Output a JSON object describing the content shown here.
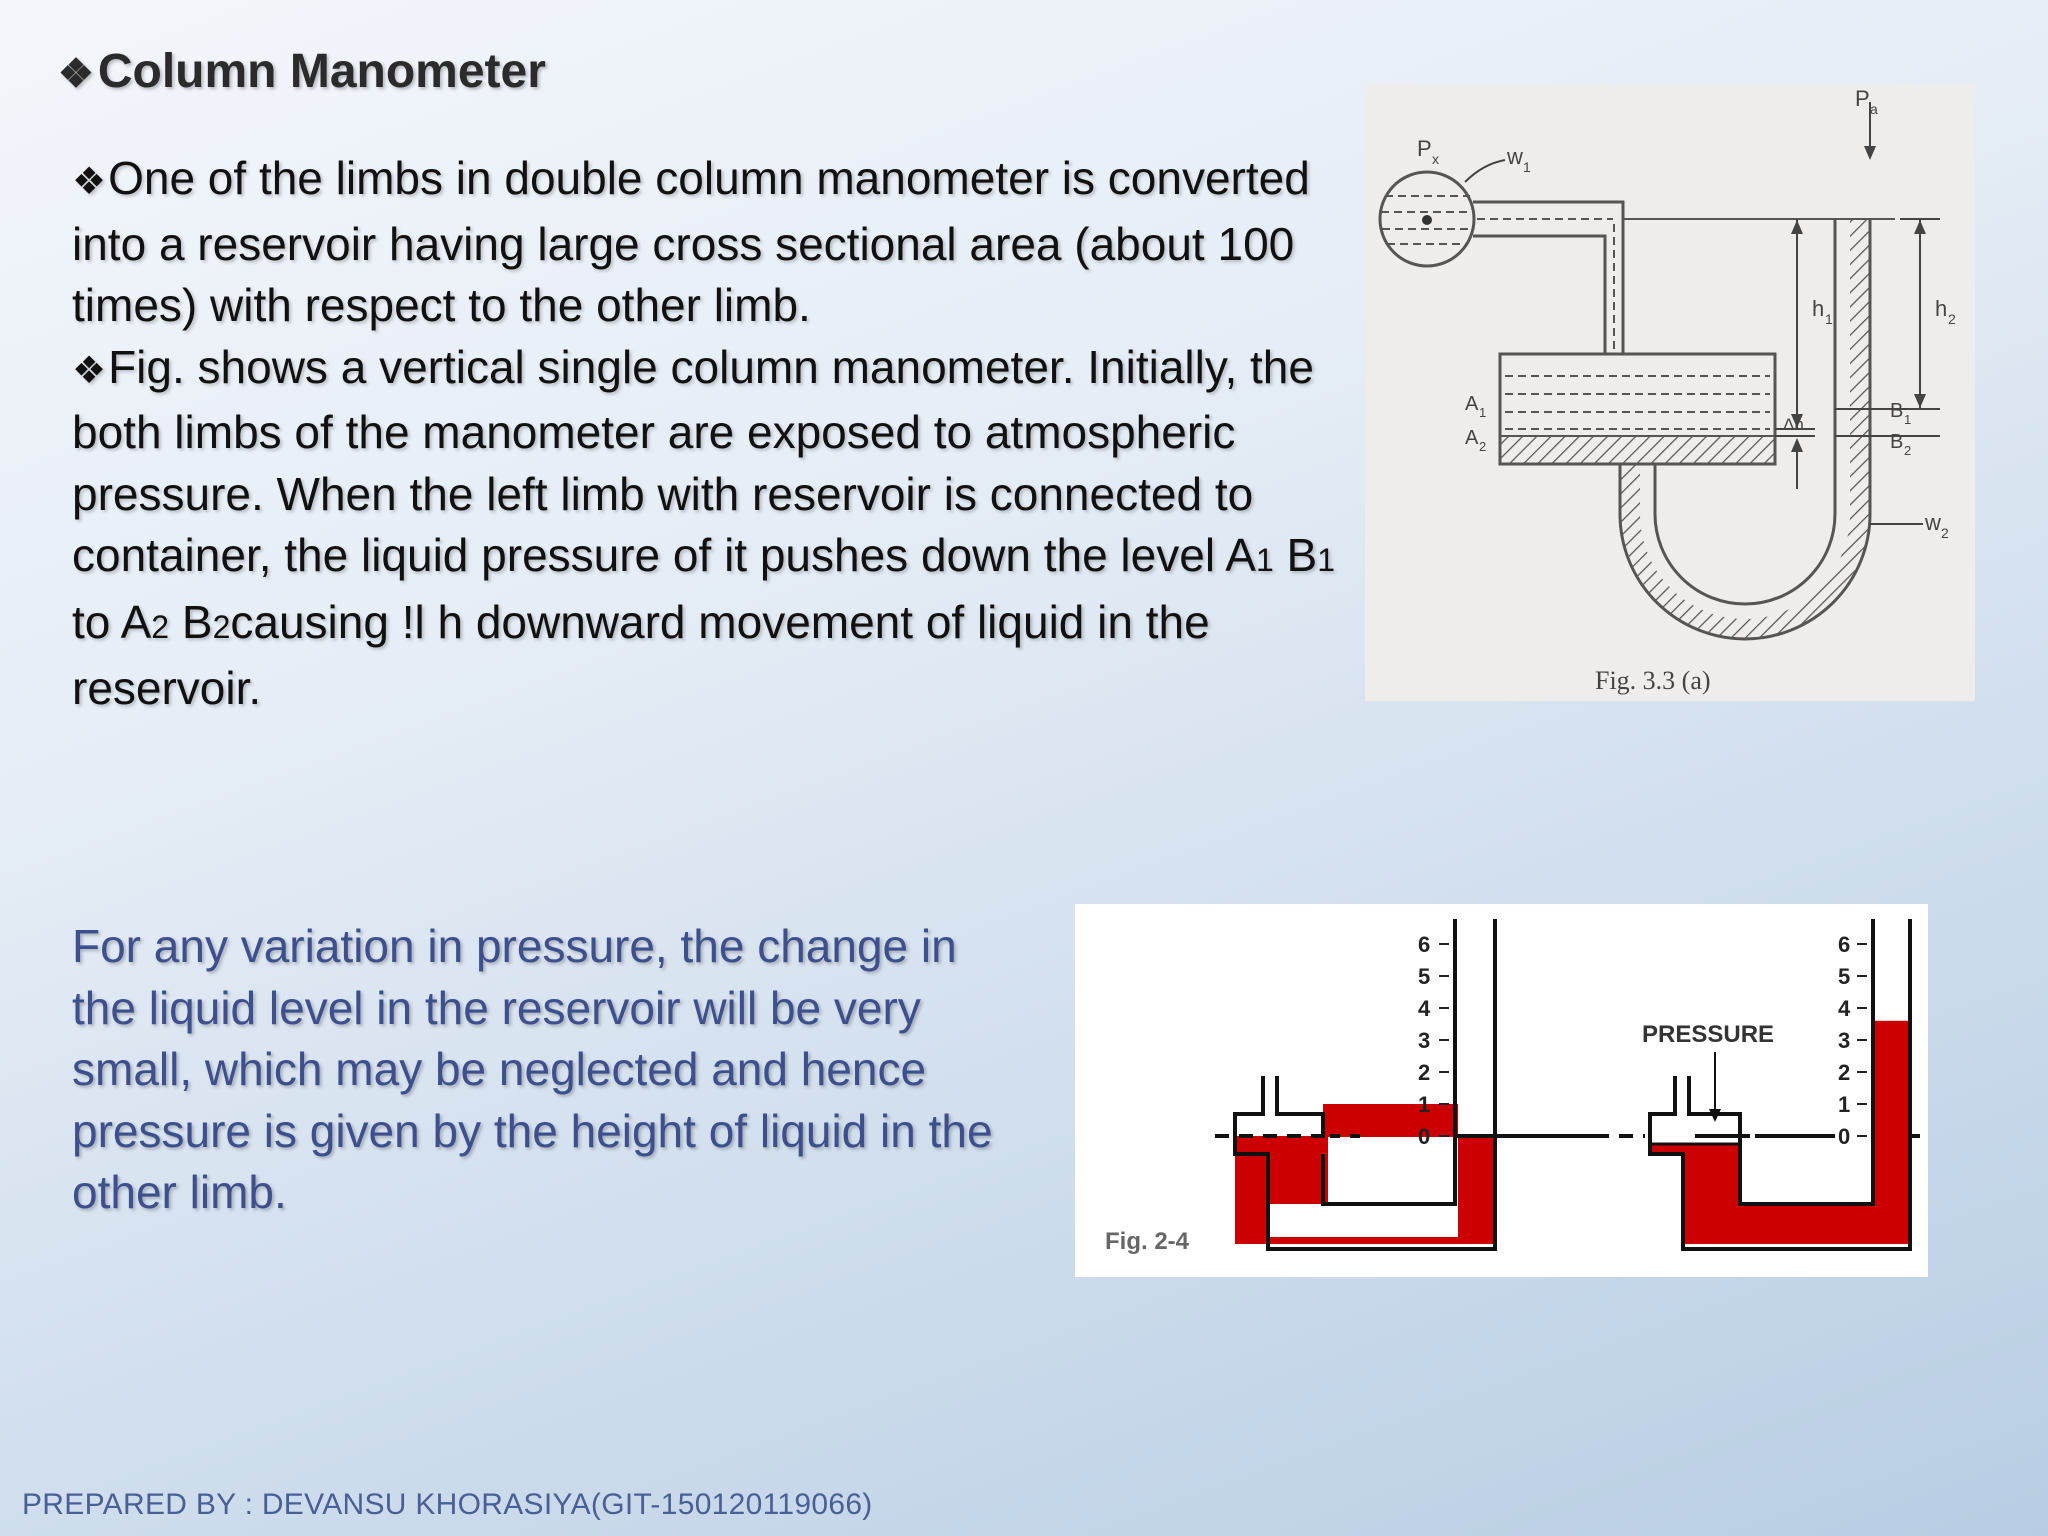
{
  "slide": {
    "title_bullet": "❖",
    "title": "Column Manometer",
    "paragraph1": {
      "bullet": "❖",
      "text": "One of the limbs in double column manometer is converted into a reservoir having large cross sectional area (about 100 times) with respect to the other limb."
    },
    "paragraph2": {
      "bullet": "❖",
      "text_before": "Fig. shows a vertical single column manometer. Initially, the both limbs of the manometer are exposed to atmospheric pressure. When the left limb with reservoir is connected to container, the liquid pressure of it pushes down the level A",
      "sub_a1": "1",
      "text_b1": " B",
      "sub_b1": "1",
      "text_to_a2": " to A",
      "sub_a2": "2",
      "text_b2": " B",
      "sub_b2": "2",
      "text_after": "causing !l h downward movement of liquid in the reservoir."
    },
    "blue_text": "For any variation in pressure, the change in the liquid level in the reservoir will be very small, which may be neglected and hence pressure is given by the height of liquid in the other limb.",
    "footer": "PREPARED BY : DEVANSU KHORASIYA(GIT-150120119066)"
  },
  "figure1": {
    "caption": "Fig. 3.3 (a)",
    "labels": {
      "pa": "P",
      "pa_sub": "a",
      "px": "P",
      "px_sub": "x",
      "w1": "w",
      "w1_sub": "1",
      "h1": "h",
      "h1_sub": "1",
      "h2": "h",
      "h2_sub": "2",
      "a1": "A",
      "a1_sub": "1",
      "a2": "A",
      "a2_sub": "2",
      "b1": "B",
      "b1_sub": "1",
      "b2": "B",
      "b2_sub": "2",
      "dh": "Δh",
      "w2": "w",
      "w2_sub": "2"
    }
  },
  "figure2": {
    "caption": "Fig. 2-4",
    "pressure_label": "PRESSURE",
    "scale_ticks": [
      "6",
      "5",
      "4",
      "3",
      "2",
      "1",
      "0"
    ],
    "liquid_color": "#cc0000",
    "right_column_level": 3.6
  }
}
